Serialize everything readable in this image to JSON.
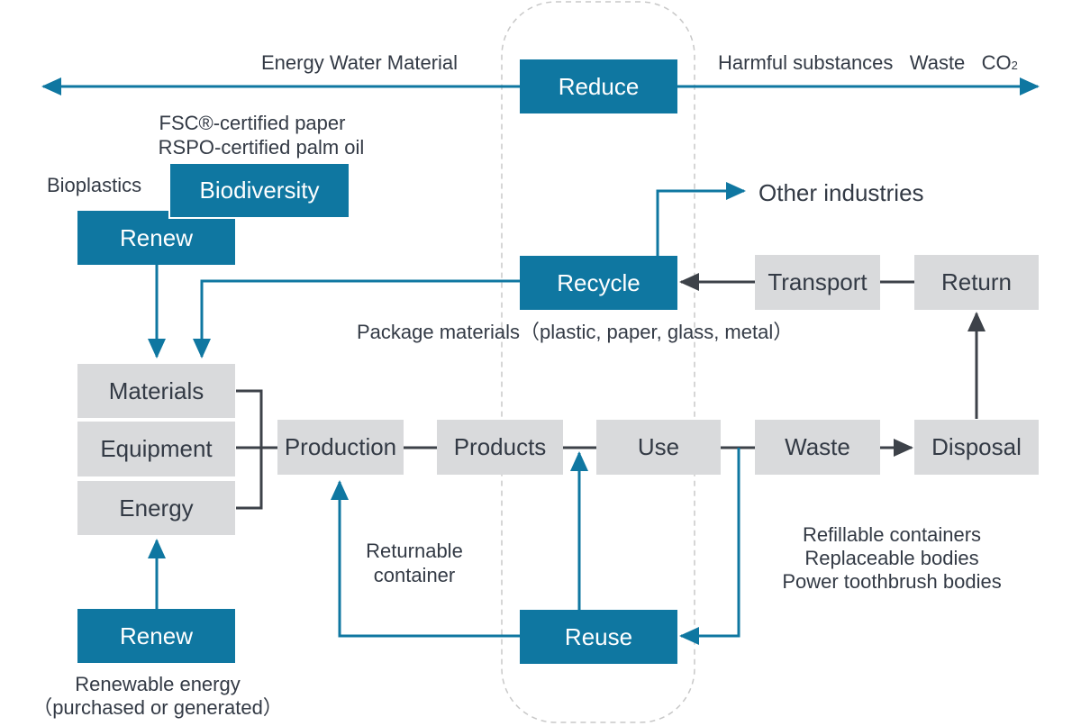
{
  "colors": {
    "accent": "#0f77a1",
    "node_gray": "#d9dadc",
    "text": "#333a45",
    "dark_arrow": "#3d4249"
  },
  "top_left_label": "Energy Water Material",
  "top_right_label": {
    "harmful": "Harmful substances",
    "waste": "Waste",
    "co2_main": "CO",
    "co2_sub": "2"
  },
  "other_industries": "Other industries",
  "nodes": {
    "reduce": "Reduce",
    "biodiversity": "Biodiversity",
    "renew_top": "Renew",
    "recycle": "Recycle",
    "transport": "Transport",
    "return": "Return",
    "materials": "Materials",
    "equipment": "Equipment",
    "energy": "Energy",
    "production": "Production",
    "products": "Products",
    "use": "Use",
    "waste": "Waste",
    "disposal": "Disposal",
    "renew_bottom": "Renew",
    "reuse": "Reuse"
  },
  "labels": {
    "fsc": "FSC®-certified paper",
    "rspo": "RSPO-certified palm oil",
    "bioplastics": "Bioplastics",
    "package_materials": "Package materials（plastic, paper, glass, metal）",
    "returnable_1": "Returnable",
    "returnable_2": "container",
    "refill_1": "Refillable containers",
    "refill_2": "Replaceable bodies",
    "refill_3": "Power toothbrush bodies",
    "renewable_1": "Renewable energy",
    "renewable_2": "（purchased or generated）"
  }
}
